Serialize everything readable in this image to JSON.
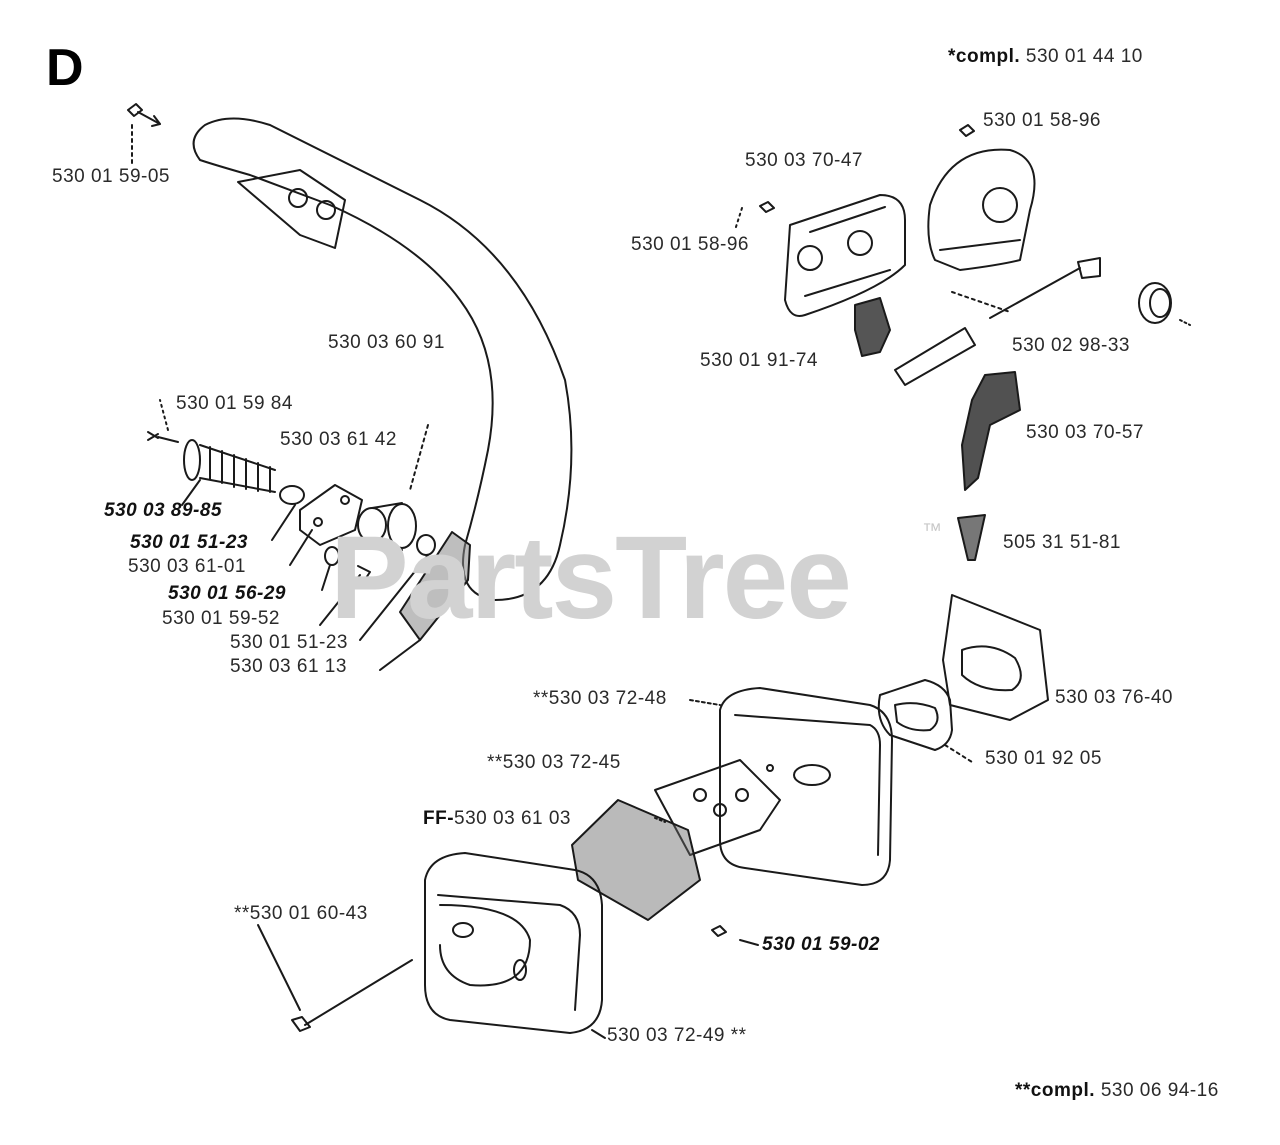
{
  "section_letter": "D",
  "watermark": {
    "text": "PartsTree",
    "tm": "™"
  },
  "compl_top": {
    "prefix": "*compl.",
    "number": "530 01 44 10"
  },
  "compl_bottom": {
    "prefix": "**compl.",
    "number": "530 06 94-16"
  },
  "parts": {
    "p1": "530 01 59-05",
    "p2": "530 03 60 91",
    "p3": "530 01 59 84",
    "p4": "530 03 61 42",
    "p5": "530 03 89-85",
    "p6": "530 01 51-23",
    "p7": "530 03 61-01",
    "p8": "530 01 56-29",
    "p9": "530 01 59-52",
    "p10": "530 01 51-23",
    "p11": "530 03 61 13",
    "p12": "530 01 58-96",
    "p13": "530 03 70-47",
    "p14": "530 01 58-96",
    "p15": "530 01 91-74",
    "p16": "530 02 98-33",
    "p17": "530 03 70-57",
    "p18": "505 31 51-81",
    "p19": "530 03 76-40",
    "p20": "**530 03 72-48",
    "p21": "530 01 92 05",
    "p22": "**530 03 72-45",
    "p23_prefix": "FF-",
    "p23": "530 03 61 03",
    "p24": "**530 01 60-43",
    "p25": "530 01 59-02",
    "p26": "530 03 72-49 **"
  }
}
